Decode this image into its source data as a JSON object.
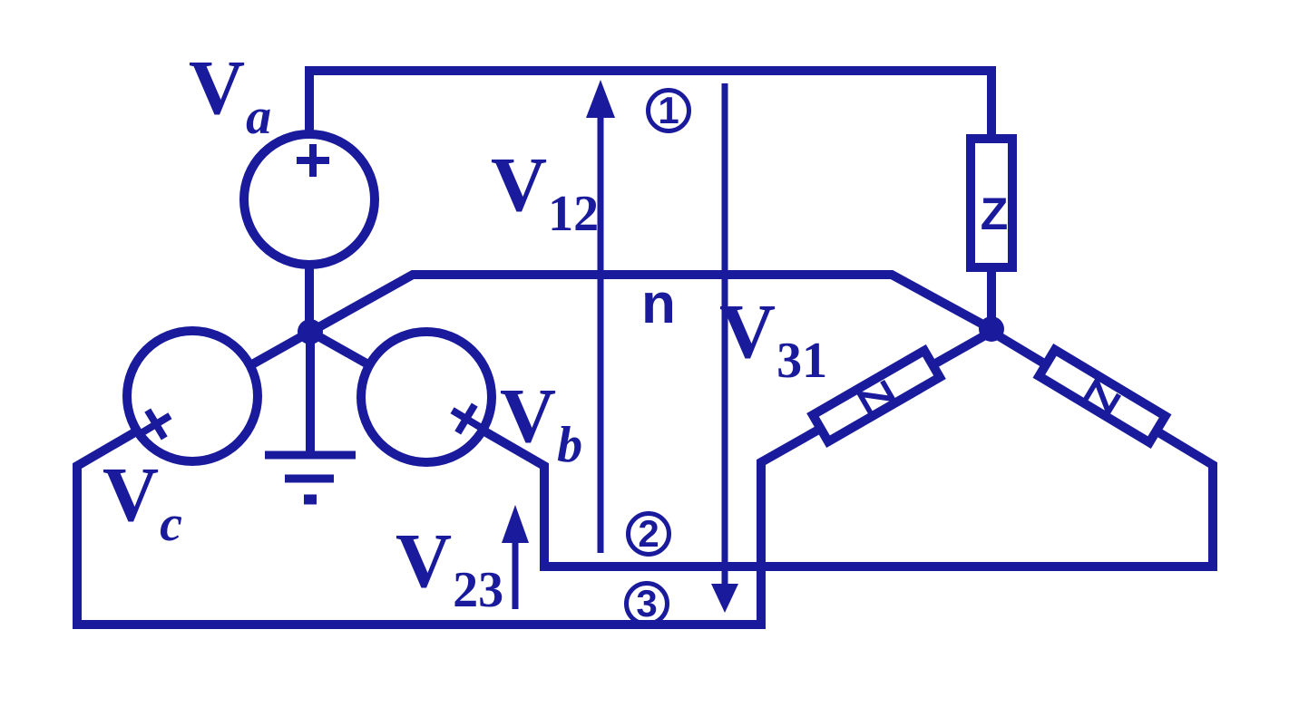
{
  "figure": {
    "kind": "three-phase Y-Y circuit diagram",
    "ink_color": "#1a1a9c",
    "background_color": "#ffffff"
  },
  "sources": {
    "va": {
      "main": "V",
      "sub": "a"
    },
    "vb": {
      "main": "V",
      "sub": "b"
    },
    "vc": {
      "main": "V",
      "sub": "c"
    }
  },
  "line_voltages": {
    "v12": {
      "main": "V",
      "sub": "12"
    },
    "v23": {
      "main": "V",
      "sub": "23"
    },
    "v31": {
      "main": "V",
      "sub": "31"
    }
  },
  "nodes": {
    "line1": "1",
    "line2": "2",
    "line3": "3",
    "neutral": "n"
  },
  "load": {
    "impedance_top": "Z",
    "impedance_left": "Z",
    "impedance_right": "Z"
  },
  "icons": {
    "plus": "+",
    "ground": "earth-ground"
  }
}
